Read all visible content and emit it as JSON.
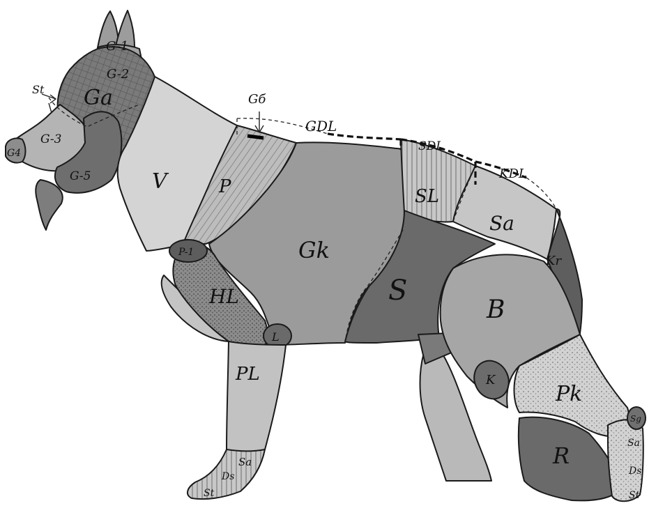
{
  "colors": {
    "light": "#cfcfcf",
    "lighter": "#dcdcdc",
    "mid": "#a9a9a9",
    "midlight": "#bdbdbd",
    "dark": "#6f6f6f",
    "darker": "#5a5a5a",
    "outline": "#1a1a1a"
  },
  "labels": {
    "g1": "G-1",
    "g2": "G-2",
    "ga": "Ga",
    "g3": "G-3",
    "g4": "G4",
    "g5": "G-5",
    "st_head": "St",
    "v": "V",
    "p": "P",
    "gb": "Gб",
    "gdl": "GDL",
    "sdl": "SDL",
    "kdl": "KDL",
    "sl": "SL",
    "sa_back": "Sa",
    "kr": "Kr",
    "gk": "Gk",
    "s": "S",
    "b": "B",
    "p1": "P-1",
    "hl": "HL",
    "l": "L",
    "pl": "PL",
    "k": "K",
    "pk": "Pk",
    "r": "R",
    "sa_front": "Sa",
    "ds_front": "Ds",
    "st_front": "St",
    "sg": "Sg",
    "sa_hind": "Sa",
    "ds_hind": "Ds",
    "st_hind": "St"
  }
}
